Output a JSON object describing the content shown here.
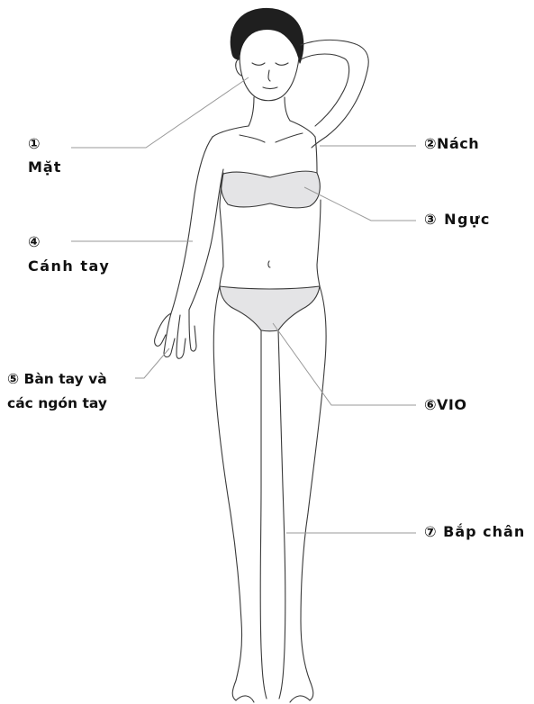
{
  "labels": {
    "face": {
      "number": "①",
      "text": "Mặt"
    },
    "armpit": {
      "number": "②",
      "text": "Nách"
    },
    "chest": {
      "number": "③",
      "text": "Ngực"
    },
    "upper_arm": {
      "number": "④",
      "text": "Cánh tay"
    },
    "hands": {
      "number": "⑤",
      "line1": "Bàn tay và",
      "line2": "các ngón tay"
    },
    "vio": {
      "number": "⑥",
      "text": "VIO"
    },
    "calves": {
      "number": "⑦",
      "text": "Bắp chân"
    }
  },
  "colors": {
    "outline": "#3a3a3a",
    "leader_line": "#9a9a9a",
    "highlight_fill": "#e4e4e6",
    "hair": "#1f1f1f",
    "text": "#111111"
  }
}
